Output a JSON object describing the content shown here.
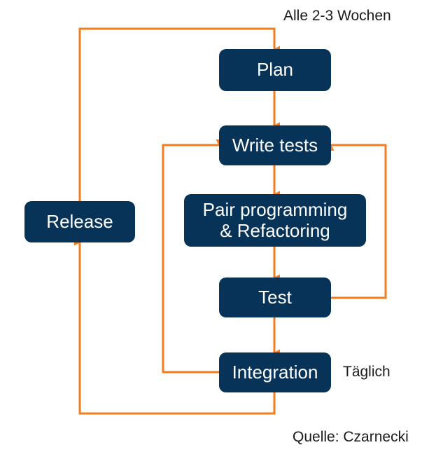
{
  "diagram": {
    "title_note": "Alle 2-3 Wochen",
    "daily_note": "Täglich",
    "source_note": "Quelle: Czarnecki",
    "colors": {
      "node_fill": "#083358",
      "node_text": "#ffffff",
      "arrow": "#F07D22",
      "caption_text": "#1a1a1a",
      "background": "#ffffff"
    },
    "nodes": [
      {
        "id": "plan",
        "label": "Plan"
      },
      {
        "id": "write-tests",
        "label": "Write tests"
      },
      {
        "id": "pair-programming",
        "label": "Pair programming\n& Refactoring"
      },
      {
        "id": "test",
        "label": "Test"
      },
      {
        "id": "integration",
        "label": "Integration"
      },
      {
        "id": "release",
        "label": "Release"
      }
    ],
    "edges": [
      {
        "from": "plan",
        "to": "write-tests"
      },
      {
        "from": "write-tests",
        "to": "pair-programming"
      },
      {
        "from": "pair-programming",
        "to": "test"
      },
      {
        "from": "test",
        "to": "integration"
      },
      {
        "from": "test",
        "to": "write-tests"
      },
      {
        "from": "integration",
        "to": "write-tests"
      },
      {
        "from": "integration",
        "to": "release"
      },
      {
        "from": "release",
        "to": "plan"
      }
    ]
  }
}
